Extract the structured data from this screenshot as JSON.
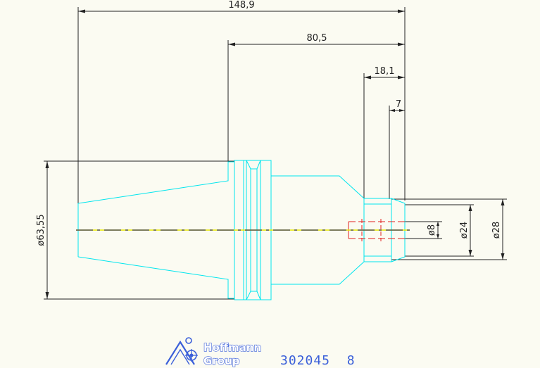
{
  "dimensions": {
    "overall_length": "148,9",
    "taper_section_length": "80,5",
    "shank_length": "18,1",
    "bore_depth": "7",
    "flange_diameter": "ø63,55",
    "bore_diameter": "ø8",
    "shank_diameter": "ø24",
    "nose_diameter": "ø28"
  },
  "logo": {
    "line1": "Hoffmann",
    "line2": "Group"
  },
  "part_number": "302045  8",
  "colors": {
    "outline": "#00e5ee",
    "dimension": "#222222",
    "centerline": "#e8e800",
    "hidden": "#e02020",
    "brand": "#3a5fd9"
  }
}
